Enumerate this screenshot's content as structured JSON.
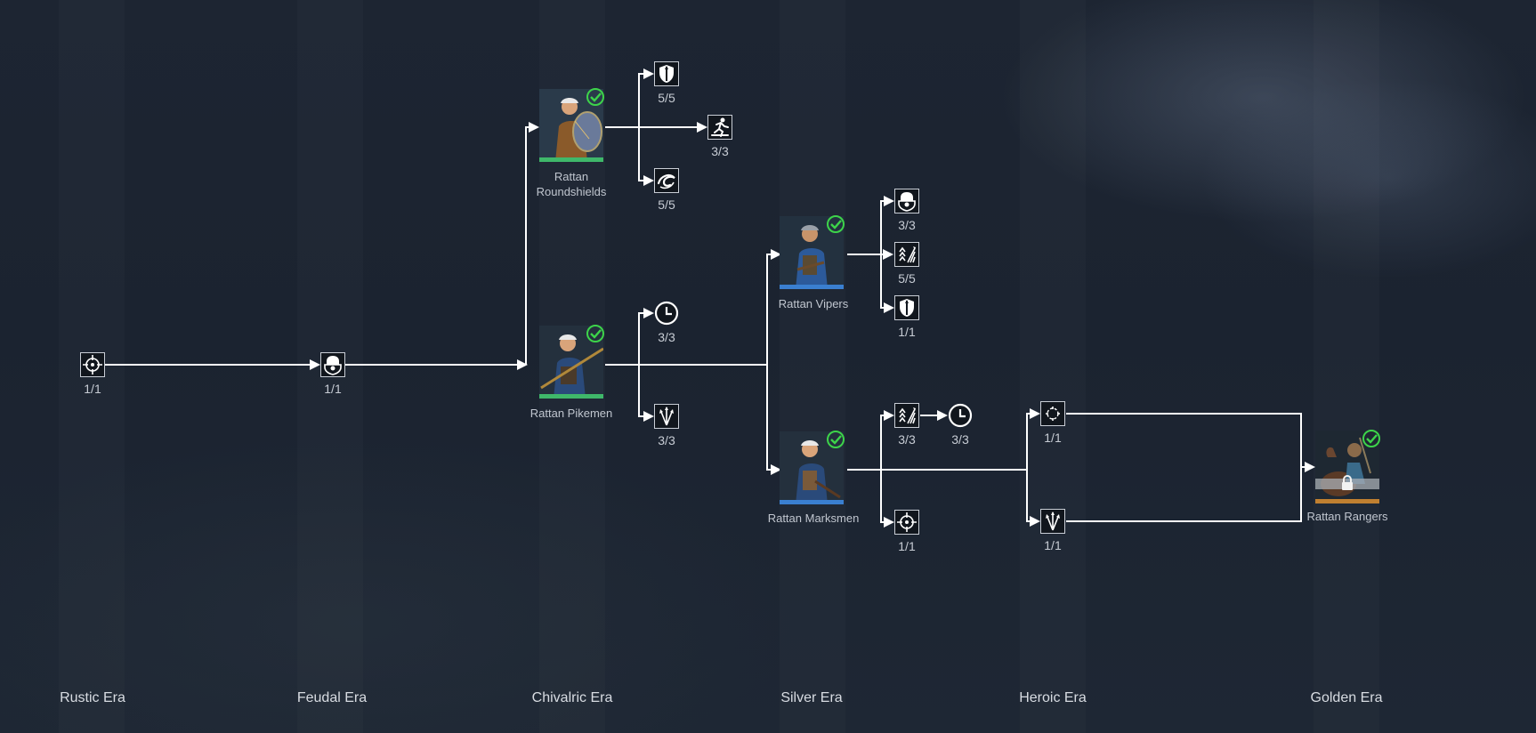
{
  "eras": [
    {
      "label": "Rustic Era"
    },
    {
      "label": "Feudal Era"
    },
    {
      "label": "Chivalric Era"
    },
    {
      "label": "Silver Era"
    },
    {
      "label": "Heroic Era"
    },
    {
      "label": "Golden Era"
    }
  ],
  "units": {
    "roundshields": {
      "name": "Rattan\nRoundshields",
      "status": "unlocked",
      "bar_color": "#3fb86a"
    },
    "pikemen": {
      "name": "Rattan Pikemen",
      "status": "unlocked",
      "bar_color": "#3fb86a"
    },
    "vipers": {
      "name": "Rattan Vipers",
      "status": "unlocked",
      "bar_color": "#3a7fd0"
    },
    "marksmen": {
      "name": "Rattan Marksmen",
      "status": "unlocked",
      "bar_color": "#3a7fd0"
    },
    "rangers": {
      "name": "Rattan Rangers",
      "status": "locked",
      "bar_color": "#c08030"
    }
  },
  "perks": {
    "rustic_target": {
      "icon": "crosshair-icon",
      "count": "1/1"
    },
    "feudal_helmet": {
      "icon": "helmet-shield-icon",
      "count": "1/1"
    },
    "rs_shield": {
      "icon": "shield-spear-icon",
      "count": "5/5"
    },
    "rs_charge": {
      "icon": "running-soldier-icon",
      "count": "3/3"
    },
    "rs_swirl": {
      "icon": "swirl-icon",
      "count": "5/5"
    },
    "pk_clock": {
      "icon": "clock-icon",
      "count": "3/3"
    },
    "pk_spears": {
      "icon": "spear-fan-icon",
      "count": "3/3"
    },
    "vp_helmet": {
      "icon": "helmet-shield-icon",
      "count": "3/3"
    },
    "vp_arrows": {
      "icon": "arrows-upgrade-icon",
      "count": "5/5"
    },
    "vp_shield": {
      "icon": "shield-spear-icon",
      "count": "1/1"
    },
    "mk_arrows": {
      "icon": "arrows-upgrade-icon",
      "count": "3/3"
    },
    "mk_clock": {
      "icon": "clock-icon",
      "count": "3/3"
    },
    "mk_target": {
      "icon": "crosshair-icon",
      "count": "1/1"
    },
    "hr_focus": {
      "icon": "focus-icon",
      "count": "1/1"
    },
    "hr_spear": {
      "icon": "spear-fan-icon",
      "count": "1/1"
    }
  },
  "colors": {
    "line": "#ffffff",
    "check": "#3dd44a",
    "text": "#c7ccd4"
  }
}
